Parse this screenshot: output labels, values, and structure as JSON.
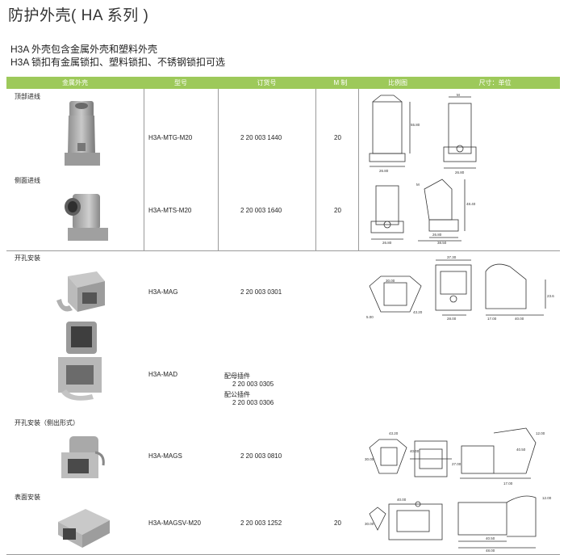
{
  "page": {
    "title": "防护外壳( HA 系列 )",
    "subtitle1": "H3A 外壳包含金属外壳和塑料外壳",
    "subtitle2": "H3A 锁扣有金属锁扣、塑料锁扣、不锈钢锁扣可选"
  },
  "table": {
    "headers": [
      "金属外壳",
      "型号",
      "订货号",
      "M 制",
      "比例图",
      "尺寸：单位"
    ],
    "sections": {
      "top_entry": "顶部进线",
      "side_entry": "侧面进线",
      "open_mount": "开孔安装",
      "open_mount_side": "开孔安装（侧出形式）",
      "surface_mount": "表面安装"
    },
    "rows": [
      {
        "model": "H3A-MTG-M20",
        "order": "2 20 003 1440",
        "m": "20"
      },
      {
        "model": "H3A-MTS-M20",
        "order": "2 20 003 1640",
        "m": "20"
      },
      {
        "model": "H3A-MAG",
        "order": "2 20 003 0301",
        "m": ""
      },
      {
        "model": "H3A-MAD",
        "female_label": "配母插件",
        "female_order": "2 20 003 0305",
        "male_label": "配公插件",
        "male_order": "2 20 003 0306",
        "m": ""
      },
      {
        "model": "H3A-MAGS",
        "order": "2 20 003 0810",
        "m": ""
      },
      {
        "model": "H3A-MAGSV-M20",
        "order": "2 20 003 1252",
        "m": "20"
      }
    ],
    "dimensions": {
      "r1": [
        "M",
        "55.80",
        "26.80",
        "26.80"
      ],
      "r2": [
        "M",
        "48.40",
        "26.80",
        "26.80",
        "38.50"
      ],
      "r3": [
        "37.30",
        "30.00",
        "28.00",
        "23.6",
        "17.00",
        "40.00",
        "43.20",
        "5.00"
      ],
      "r5": [
        "43.20",
        "30.00",
        "40.00",
        "27.00",
        "40.50",
        "17.00",
        "12.00"
      ],
      "r6": [
        "12.00",
        "40.00",
        "40.50",
        "48.00",
        "30.00"
      ]
    }
  }
}
